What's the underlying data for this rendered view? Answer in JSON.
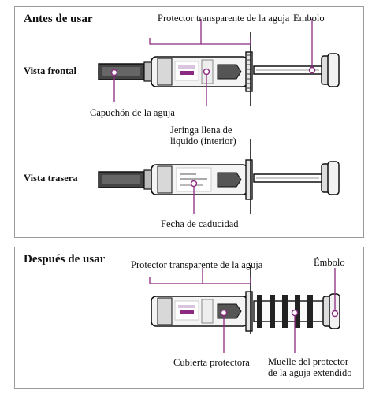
{
  "before": {
    "heading": "Antes de usar",
    "front_view_label": "Vista frontal",
    "back_view_label": "Vista trasera",
    "labels": {
      "needle_guard": "Protector transparente de la aguja",
      "plunger": "Émbolo",
      "needle_cap": "Capuchón de la aguja",
      "syringe_line1": "Jeringa llena de",
      "syringe_line2": "liquido (interior)",
      "expiry": "Fecha de caducidad"
    }
  },
  "after": {
    "heading": "Después de usar",
    "labels": {
      "needle_guard": "Protector transparente de la aguja",
      "plunger": "Émbolo",
      "cover": "Cubierta protectora",
      "spring_line1": "Muelle del protector",
      "spring_line2": "de la aguja extendido"
    }
  },
  "colors": {
    "marker": "#8b2a80",
    "line": "#111111"
  }
}
